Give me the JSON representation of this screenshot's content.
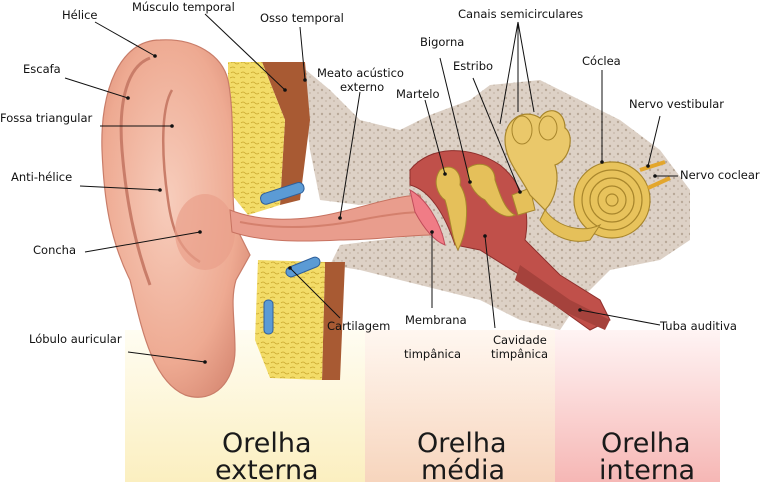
{
  "labels": {
    "helice": "Hélice",
    "escafa": "Escafa",
    "fossa_triangular": "Fossa triangular",
    "anti_helice": "Anti-hélice",
    "concha": "Concha",
    "lobulo_auricular": "Lóbulo auricular",
    "musculo_temporal": "Músculo temporal",
    "osso_temporal": "Osso temporal",
    "meato_line1": "Meato acústico",
    "meato_line2": "externo",
    "cartilagem": "Cartilagem",
    "membrana_line1": "Membrana",
    "membrana_line2": "timpânica",
    "cavidade_line1": "Cavidade",
    "cavidade_line2": "timpânica",
    "bigorna": "Bigorna",
    "estribo": "Estribo",
    "martelo": "Martelo",
    "canais_semicirculares": "Canais semicirculares",
    "coclea": "Cóclea",
    "nervo_vestibular": "Nervo vestibular",
    "nervo_coclear": "Nervo coclear",
    "tuba_auditiva": "Tuba auditiva"
  },
  "regions": {
    "externa_line1": "Orelha",
    "externa_line2": "externa",
    "media_line1": "Orelha",
    "media_line2": "média",
    "interna_line1": "Orelha",
    "interna_line2": "interna"
  },
  "colors": {
    "outer_zone": "#fbf1c9",
    "middle_zone": "#f8dcc6",
    "inner_zone": "#f7c2c0",
    "skin": "#f1b7a1",
    "skin_dark": "#d98c78",
    "bone": "#d9cbbf",
    "muscle": "#a8552f",
    "cartilage": "#f5df6e",
    "ossicle": "#e8c35c",
    "canal": "#c85a52",
    "cartilage_blue": "#5b9bd5"
  }
}
